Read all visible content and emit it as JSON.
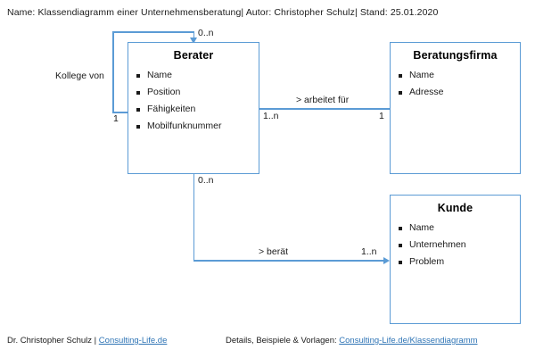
{
  "header": {
    "text": "Name: Klassendiagramm einer Unternehmensberatung| Autor: Christopher Schulz| Stand: 25.01.2020"
  },
  "diagram": {
    "type": "uml-class-diagram",
    "accent_color": "#5B9BD5",
    "link_color": "#2E74B5",
    "classes": [
      {
        "name": "Berater",
        "attributes": [
          "Name",
          "Position",
          "Fähigkeiten",
          "Mobilfunknummer"
        ]
      },
      {
        "name": "Beratungsfirma",
        "attributes": [
          "Name",
          "Adresse"
        ]
      },
      {
        "name": "Kunde",
        "attributes": [
          "Name",
          "Unternehmen",
          "Problem"
        ]
      }
    ],
    "associations": [
      {
        "id": "kollege-von",
        "label": "Kollege von",
        "from": "Berater",
        "to": "Berater",
        "source_multiplicity": "1",
        "target_multiplicity": "0..n"
      },
      {
        "id": "arbeitet-fuer",
        "label": "> arbeitet für",
        "from": "Berater",
        "to": "Beratungsfirma",
        "source_multiplicity": "1..n",
        "target_multiplicity": "1"
      },
      {
        "id": "beraet",
        "label": "> berät",
        "from": "Berater",
        "to": "Kunde",
        "source_multiplicity": "0..n",
        "target_multiplicity": "1..n"
      }
    ]
  },
  "footer": {
    "left_author": "Dr. Christopher Schulz | ",
    "left_link": "Consulting-Life.de",
    "right_prefix": "Details, Beispiele & Vorlagen: ",
    "right_link": "Consulting-Life.de/Klassendiagramm"
  }
}
